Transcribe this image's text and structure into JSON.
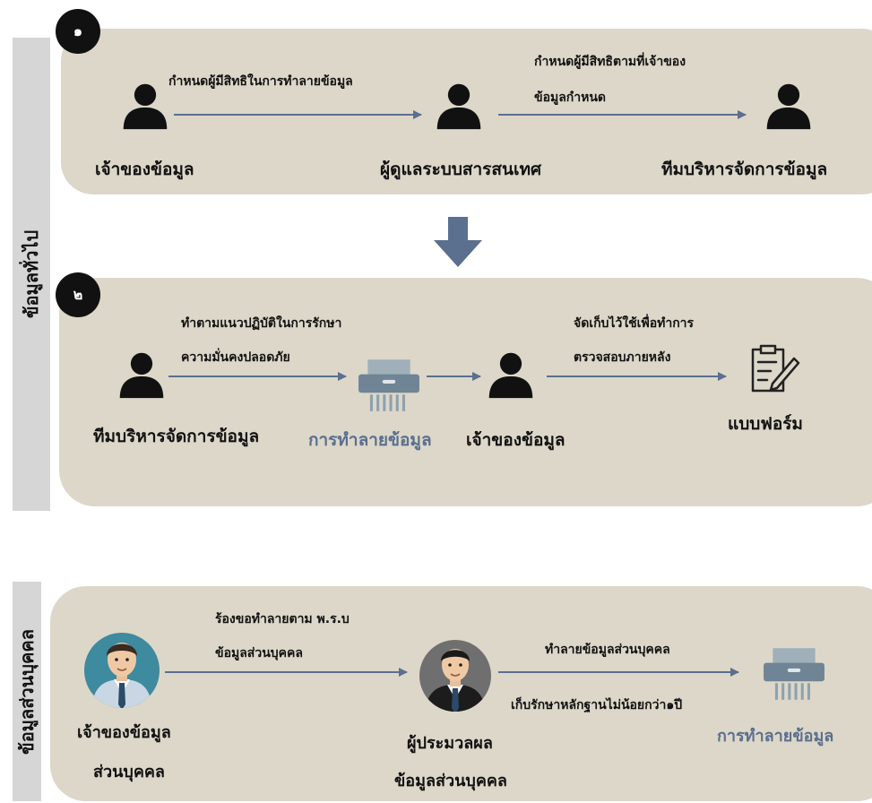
{
  "general": {
    "side_label": "ข้อมูลทั่วไป",
    "step1": {
      "number": "๑",
      "edge1": "กำหนดผู้มีสิทธิในการทำลายข้อมูล",
      "edge2_line1": "กำหนดผู้มีสิทธิตามที่เจ้าของ",
      "edge2_line2": "ข้อมูลกำหนด",
      "node1": "เจ้าของข้อมูล",
      "node2": "ผู้ดูแลระบบสารสนเทศ",
      "node3": "ทีมบริหารจัดการข้อมูล"
    },
    "step2": {
      "number": "๒",
      "edge1_line1": "ทำตามแนวปฏิบัติในการรักษา",
      "edge1_line2": "ความมั่นคงปลอดภัย",
      "edge2_line1": "จัดเก็บไว้ใช้เพื่อทำการ",
      "edge2_line2": "ตรวจสอบภายหลัง",
      "node1": "ทีมบริหารจัดการข้อมูล",
      "node2": "การทำลายข้อมูล",
      "node3": "เจ้าของข้อมูล",
      "node4": "แบบฟอร์ม"
    }
  },
  "personal": {
    "side_label": "ข้อมูลส่วนบุคคล",
    "edge1_line1": "ร้องขอทำลายตาม พ.ร.บ",
    "edge1_line2": "ข้อมูลส่วนบุคคล",
    "edge2_line1": "ทำลายข้อมูลส่วนบุคคล",
    "edge2_line2": "เก็บรักษาหลักฐานไม่น้อยกว่า๑ปี",
    "node1_line1": "เจ้าของข้อมูล",
    "node1_line2": "ส่วนบุคคล",
    "node2_line1": "ผู้ประมวลผล",
    "node2_line2": "ข้อมูลส่วนบุคคล",
    "node3": "การทำลายข้อมูล"
  },
  "colors": {
    "panel": "#dcd7c9",
    "side_label_bg": "#d6d6d6",
    "arrow": "#5b6f8e",
    "shredder": "#7a8fa0",
    "person": "#111111"
  },
  "icons": [
    "person-icon",
    "shredder-icon",
    "form-icon",
    "avatar-icon",
    "down-arrow-icon"
  ]
}
